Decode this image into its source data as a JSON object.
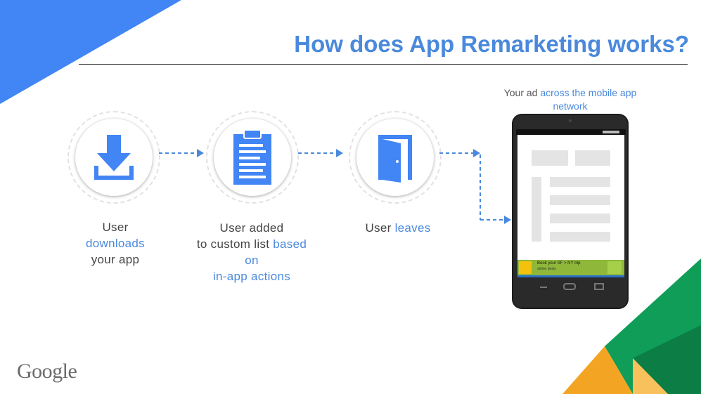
{
  "title": "How does App Remarketing works?",
  "steps": [
    {
      "line1": "User",
      "highlight": "downloads",
      "line3": "your app",
      "icon": "download-icon"
    },
    {
      "line1": "User added",
      "line2_plain": "to custom list ",
      "line2_highlight": "based",
      "line3": "on",
      "line4": "in-app actions",
      "icon": "clipboard-list-icon"
    },
    {
      "plain": "User ",
      "highlight": "leaves",
      "icon": "door-exit-icon"
    }
  ],
  "ad": {
    "plain": "Your ad ",
    "highlight_1": "across the mobile app",
    "highlight_2": "network"
  },
  "phone_banner": {
    "line1": "Book your SF > NY trip",
    "line2": "airline deals"
  },
  "logo": "Google",
  "colors": {
    "accent": "#4a89dc",
    "green": "#0f9d58",
    "orange": "#f4a423",
    "text": "#444444"
  }
}
